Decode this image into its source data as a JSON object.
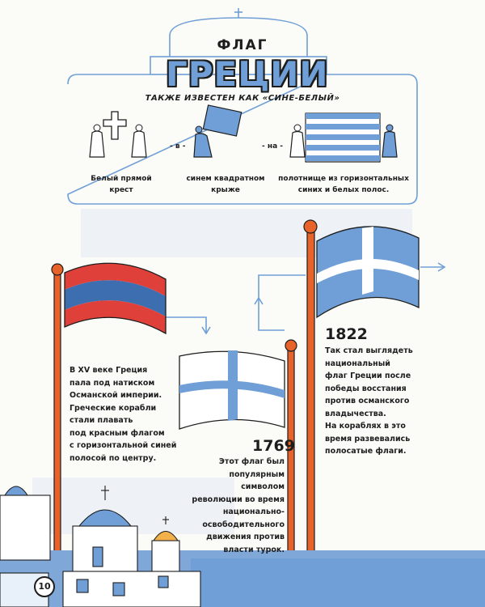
{
  "header": {
    "flag_word": "ФЛАГ",
    "country_word": "ГРЕЦИИ",
    "subtitle": "ТАКЖЕ ИЗВЕСТЕН КАК «СИНЕ-БЕЛЫЙ»"
  },
  "equation": {
    "items": [
      {
        "caption": "Белый прямой\nкрест"
      },
      {
        "caption": "синем квадратном\nкрыже"
      },
      {
        "caption": "полотнище из горизонтальных\nсиних и белых полос."
      }
    ],
    "connectors": [
      "- в -",
      "- на -"
    ]
  },
  "history": [
    {
      "year": "",
      "text": "В XV веке Греция\nпала под натиском\nОсманской империи.\nГреческие корабли\nстали плавать\nпод красным флагом\nс горизонтальной синей\nполосой по центру."
    },
    {
      "year": "1769",
      "text": "Этот флаг был\nпопулярным символом\nреволюции во время\nнационально-\nосвободительного\nдвижения против\nвласти турок."
    },
    {
      "year": "1822",
      "text": "Так стал выглядеть\nнациональный\nфлаг Греции после\nпобеды восстания\nпротив османского\nвладычества.\nНа кораблях в это\nвремя развевались\nполосатые флаги."
    }
  ],
  "page_number": "10",
  "colors": {
    "greek_blue": "#6f9fd6",
    "ottoman_red": "#e0403a",
    "ottoman_blue": "#3d6fb0",
    "pole_orange": "#e8632a",
    "ink": "#1d1d1d"
  }
}
